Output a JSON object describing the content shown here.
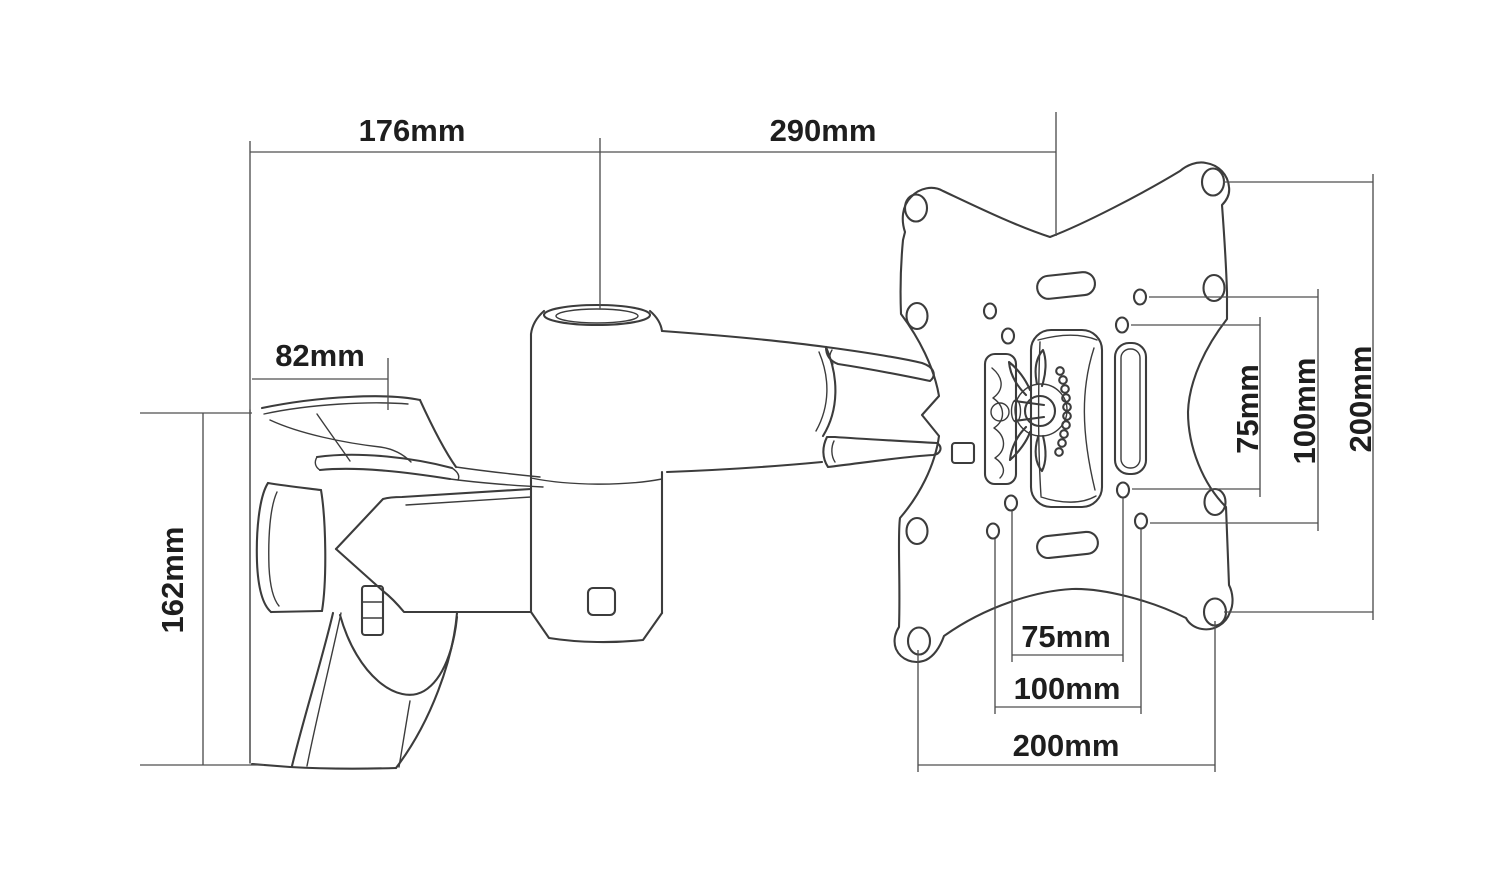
{
  "diagram": {
    "type": "technical-drawing",
    "labels": {
      "top_left": "176mm",
      "top_right": "290mm",
      "bracket_depth": "82mm",
      "bracket_height": "162mm",
      "vesa_v_75": "75mm",
      "vesa_v_100": "100mm",
      "vesa_v_200": "200mm",
      "vesa_h_75": "75mm",
      "vesa_h_100": "100mm",
      "vesa_h_200": "200mm"
    },
    "colors": {
      "background": "#ffffff",
      "artwork_line": "#3c3c3c",
      "dimension_line": "#4f4f4f",
      "label_text": "#1e1e1e"
    }
  }
}
